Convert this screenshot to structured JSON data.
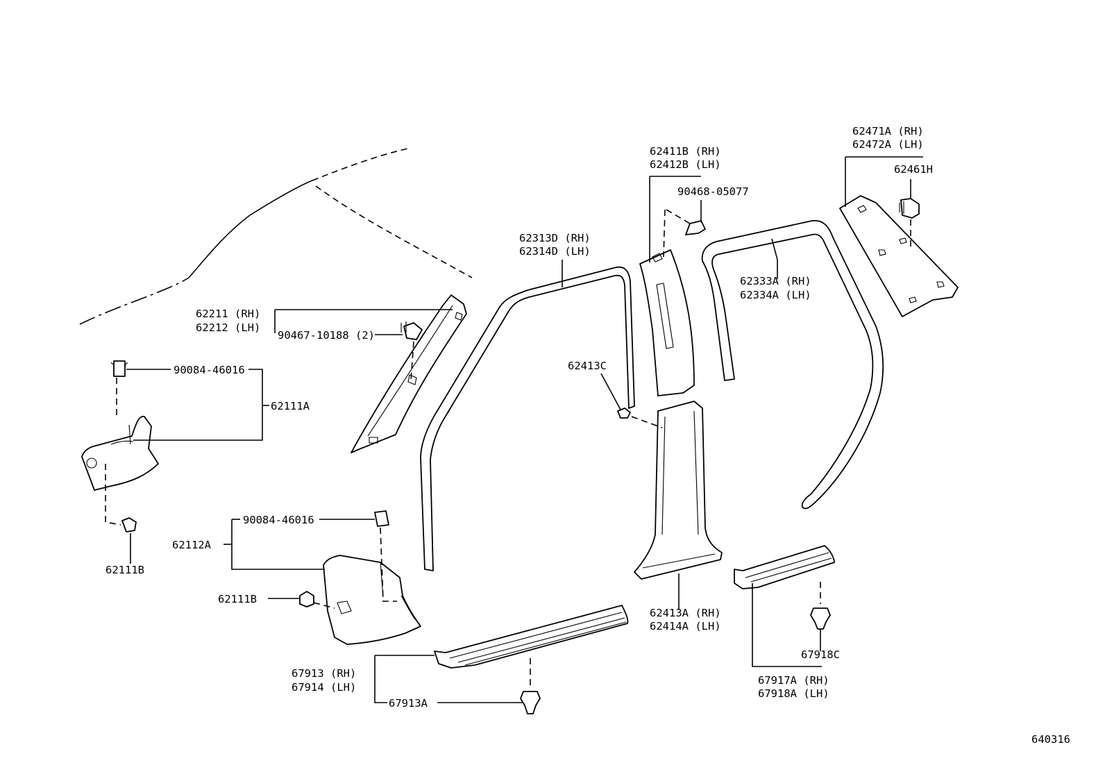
{
  "diagram_id": "640316",
  "labels": {
    "p62471A": "62471A (RH)",
    "p62472A": "62472A (LH)",
    "p62461H": "62461H",
    "p62411B": "62411B (RH)",
    "p62412B": "62412B (LH)",
    "p90468": "90468-05077",
    "p62313D": "62313D (RH)",
    "p62314D": "62314D (LH)",
    "p62333A": "62333A (RH)",
    "p62334A": "62334A (LH)",
    "p62211": "62211 (RH)",
    "p62212": "62212 (LH)",
    "p90467": "90467-10188 (2)",
    "p62413C": "62413C",
    "p90084a": "90084-46016",
    "p62111A": "62111A",
    "p62111Ba": "62111B",
    "p90084b": "90084-46016",
    "p62112A": "62112A",
    "p62111Bb": "62111B",
    "p62413A": "62413A (RH)",
    "p62414A": "62414A (LH)",
    "p67918C": "67918C",
    "p67917A": "67917A (RH)",
    "p67918A": "67918A (LH)",
    "p67913": "67913 (RH)",
    "p67914": "67914 (LH)",
    "p67913A": "67913A"
  }
}
